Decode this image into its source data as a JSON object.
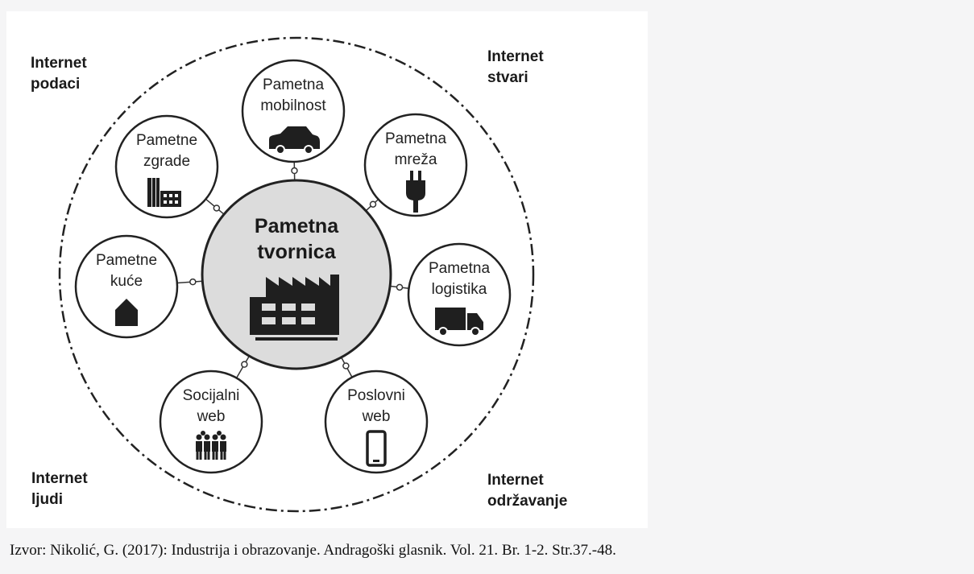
{
  "corners": {
    "top_left": [
      "Internet",
      "podaci"
    ],
    "top_right": [
      "Internet",
      "stvari"
    ],
    "bottom_left": [
      "Internet",
      "ljudi"
    ],
    "bottom_right": [
      "Internet",
      "održavanje"
    ]
  },
  "center": {
    "lines": [
      "Pametna",
      "tvornica"
    ],
    "icon": "factory-icon"
  },
  "nodes": [
    {
      "id": "mobilnost",
      "lines": [
        "Pametna",
        "mobilnost"
      ],
      "icon": "car-icon"
    },
    {
      "id": "mreza",
      "lines": [
        "Pametna",
        "mreža"
      ],
      "icon": "plug-icon"
    },
    {
      "id": "logistika",
      "lines": [
        "Pametna",
        "logistika"
      ],
      "icon": "truck-icon"
    },
    {
      "id": "poslovni-web",
      "lines": [
        "Poslovni",
        "web"
      ],
      "icon": "smartphone-icon"
    },
    {
      "id": "socijalni-web",
      "lines": [
        "Socijalni",
        "web"
      ],
      "icon": "people-icon"
    },
    {
      "id": "kuce",
      "lines": [
        "Pametne",
        "kuće"
      ],
      "icon": "house-icon"
    },
    {
      "id": "zgrade",
      "lines": [
        "Pametne",
        "zgrade"
      ],
      "icon": "buildings-icon"
    }
  ],
  "caption": "Izvor: Nikolić, G. (2017): Industrija i obrazovanje. Andragoški glasnik. Vol. 21. Br. 1-2. Str.37.-48."
}
